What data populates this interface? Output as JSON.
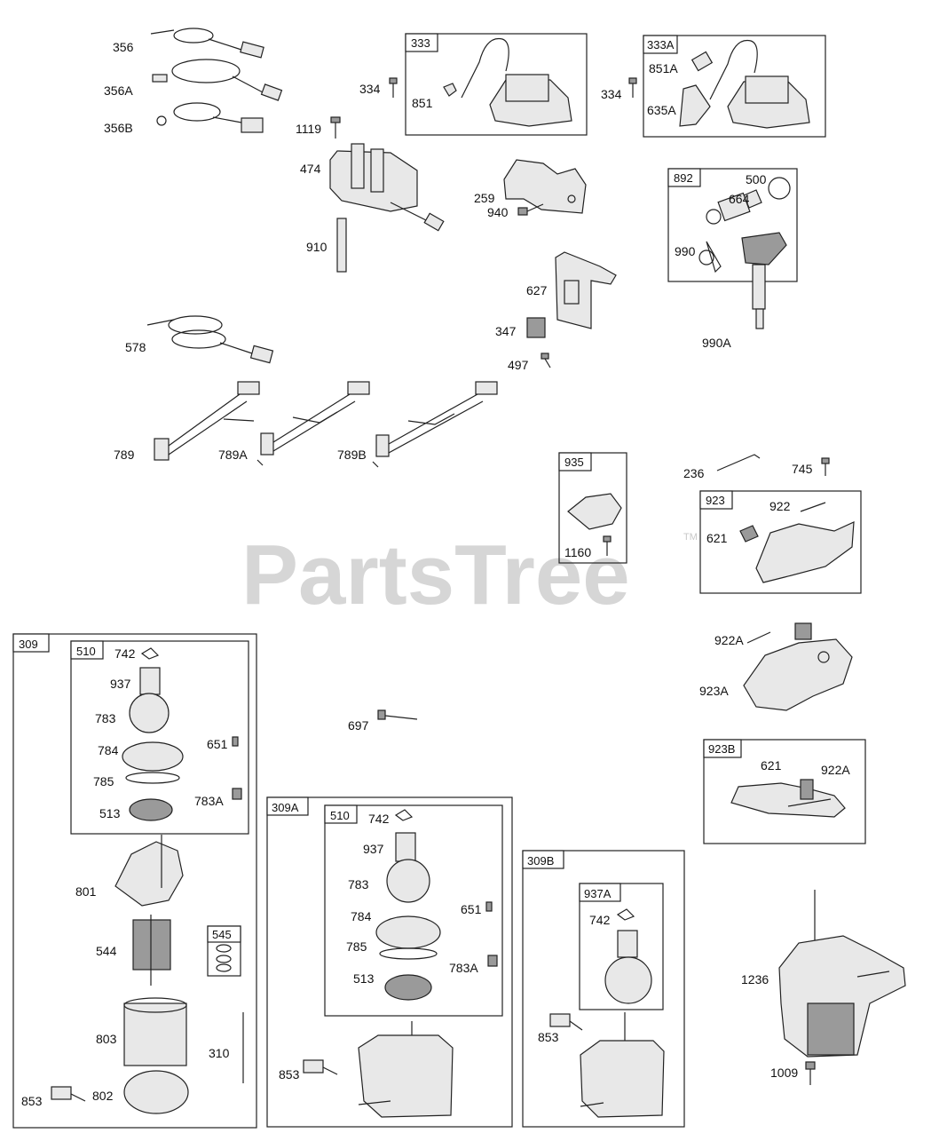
{
  "watermark": "PartsTree",
  "watermark_tm": "TM",
  "labels": {
    "l356": "356",
    "l356A": "356A",
    "l356B": "356B",
    "l334a": "334",
    "l334b": "334",
    "l1119": "1119",
    "l474": "474",
    "l910": "910",
    "l851": "851",
    "l851A": "851A",
    "l635A": "635A",
    "l259": "259",
    "l940": "940",
    "l627": "627",
    "l347": "347",
    "l497": "497",
    "l500": "500",
    "l664": "664",
    "l990": "990",
    "l990A": "990A",
    "l578": "578",
    "l789": "789",
    "l789A": "789A",
    "l789B": "789B",
    "l1160": "1160",
    "l236": "236",
    "l745": "745",
    "l922": "922",
    "l621": "621",
    "l922A": "922A",
    "l923A": "923A",
    "l621b": "621",
    "l922Ab": "922A",
    "l697": "697",
    "s742": "742",
    "s937": "937",
    "s783": "783",
    "s784": "784",
    "s785": "785",
    "s513": "513",
    "s651": "651",
    "s783A": "783A",
    "s801": "801",
    "s544": "544",
    "s803": "803",
    "s310": "310",
    "s802": "802",
    "s853": "853",
    "a742": "742",
    "a937": "937",
    "a783": "783",
    "a784": "784",
    "a785": "785",
    "a513": "513",
    "a651": "651",
    "a783A": "783A",
    "a853": "853",
    "b742": "742",
    "b853": "853",
    "l1236": "1236",
    "l1009": "1009"
  },
  "boxes": {
    "b333": "333",
    "b333A": "333A",
    "b892": "892",
    "b935": "935",
    "b923": "923",
    "b923B": "923B",
    "b309": "309",
    "b510a": "510",
    "b545": "545",
    "b309A": "309A",
    "b510b": "510",
    "b309B": "309B",
    "b937A": "937A"
  }
}
